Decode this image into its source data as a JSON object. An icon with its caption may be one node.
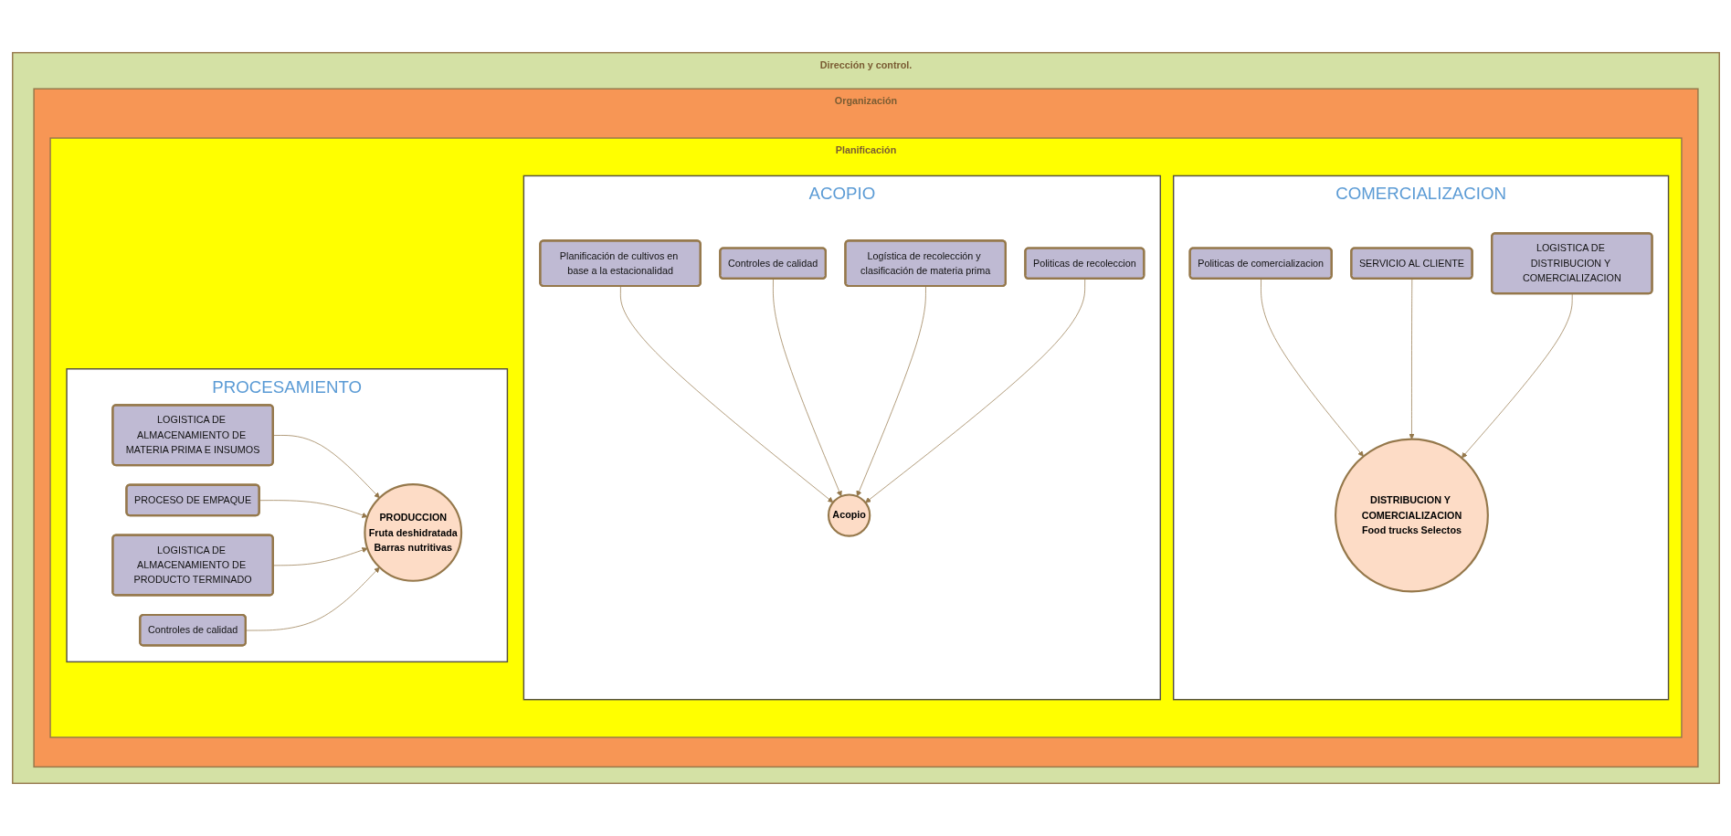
{
  "diagram": {
    "nodes": [
      {
        "text": [
          "Dirección y control."
        ]
      },
      {
        "text": [
          "Organización"
        ],
        "in": 0
      },
      {
        "text": [
          "Planificación"
        ],
        "in": 1
      },
      {
        "text": [
          "ACOPIO"
        ],
        "in": 2
      },
      {
        "text": [
          "Planificación de cultivos en base a la estacionalidad"
        ],
        "in": 3
      },
      {
        "text": [
          "Controles de calidad"
        ],
        "in": 3
      },
      {
        "text": [
          "Acopio"
        ],
        "in": 3
      },
      {
        "text": [
          "Logística de recolección y clasificación de materia prima"
        ],
        "in": 3
      },
      {
        "text": [
          "Politicas de recoleccion"
        ],
        "in": 3
      },
      {
        "text": [
          "COMERCIALIZACION"
        ],
        "in": 2
      },
      {
        "text": [
          "Politicas de comercializacion"
        ],
        "in": 9
      },
      {
        "text": [
          "SERVICIO AL CLIENTE"
        ],
        "in": 9
      },
      {
        "text": [
          "DISTRIBUCION Y COMERCIALIZACION",
          "Food trucks Selectos"
        ],
        "in": 9
      },
      {
        "text": [
          "LOGISTICA DE DISTRIBUCION Y COMERCIALIZACION"
        ],
        "in": 9
      },
      {
        "text": [
          "PROCESAMIENTO"
        ],
        "in": 2
      },
      {
        "text": [
          "LOGISTICA DE ALMACENAMIENTO DE MATERIA PRIMA E INSUMOS"
        ],
        "in": 14
      },
      {
        "text": [
          "PROCESO DE EMPAQUE"
        ],
        "in": 14
      },
      {
        "text": [
          "PRODUCCION",
          "Fruta deshidratada",
          "Barras nutritivas"
        ],
        "in": 14
      },
      {
        "text": [
          "LOGISTICA DE ALMACENAMIENTO DE PRODUCTO TERMINADO"
        ],
        "in": 14
      },
      {
        "text": [
          "Controles de calidad"
        ],
        "in": 14
      }
    ],
    "edges": [
      {
        "from": 4,
        "to": 6,
        "arrow": "to"
      },
      {
        "from": 5,
        "to": 6,
        "arrow": "to"
      },
      {
        "from": 7,
        "to": 6,
        "arrow": "to"
      },
      {
        "from": 8,
        "to": 6,
        "arrow": "to"
      },
      {
        "from": 10,
        "to": 12,
        "arrow": "to"
      },
      {
        "from": 11,
        "to": 12,
        "arrow": "to"
      },
      {
        "from": 13,
        "to": 12,
        "arrow": "to"
      },
      {
        "from": 15,
        "to": 17,
        "arrow": "to"
      },
      {
        "from": 16,
        "to": 17,
        "arrow": "to"
      },
      {
        "from": 18,
        "to": 17,
        "arrow": "to"
      },
      {
        "from": 19,
        "to": 17,
        "arrow": "to"
      }
    ]
  }
}
